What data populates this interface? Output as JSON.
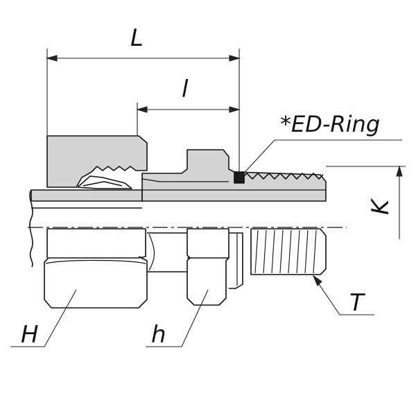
{
  "labels": {
    "overall_length": "L",
    "thread_length": "l",
    "seal_ring": "*ED-Ring",
    "depth": "K",
    "thread": "T",
    "nut_hex": "H",
    "body_hex": "h"
  },
  "colors": {
    "outline": "#111111",
    "section_fill": "#d4d4d4",
    "dimension_line": "#222222",
    "ring": "#1a1a1a",
    "background": "#ffffff"
  }
}
